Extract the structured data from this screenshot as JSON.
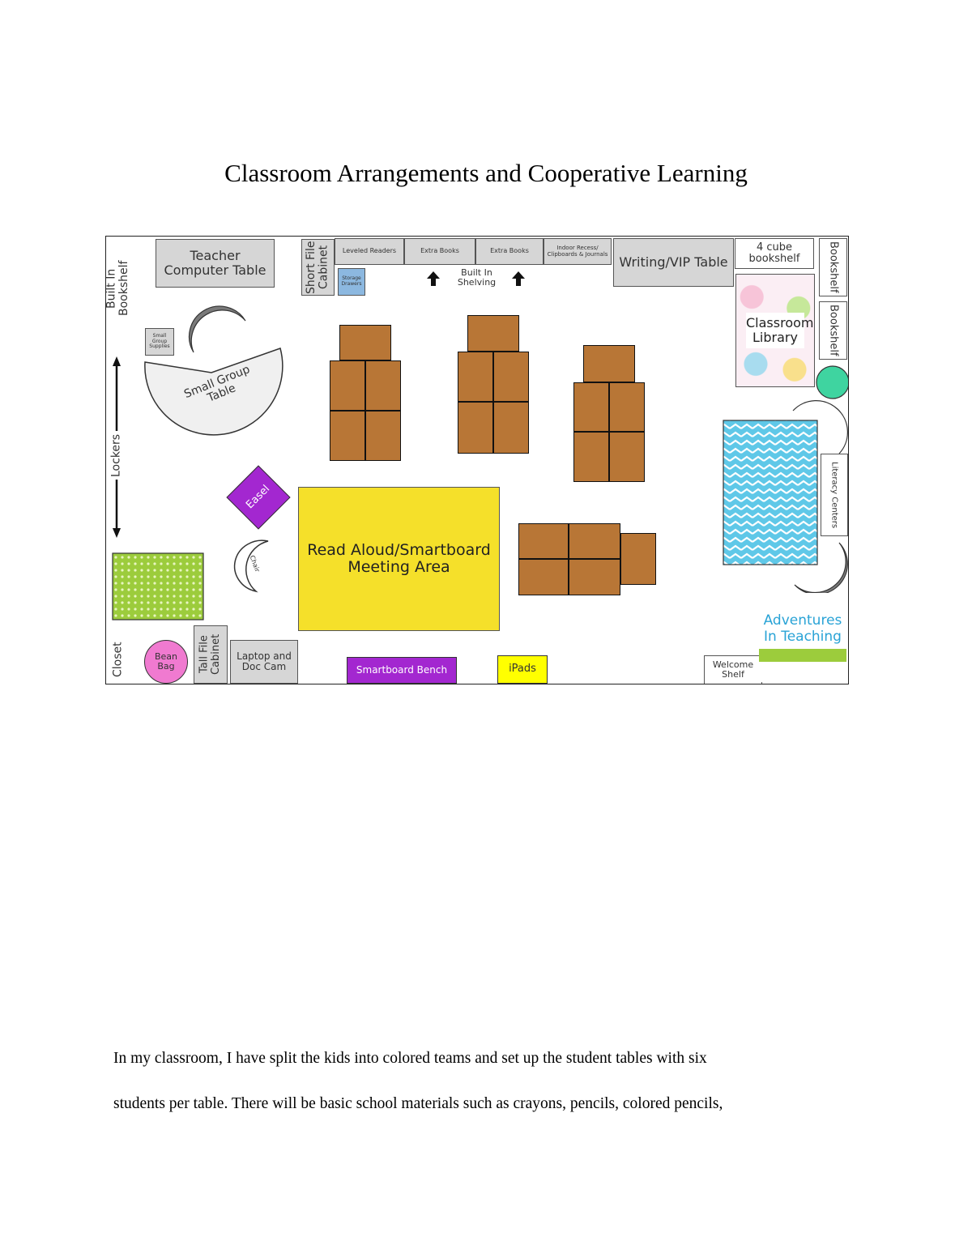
{
  "document": {
    "title": "Classroom Arrangements and Cooperative Learning",
    "paragraph_lines": [
      "In my classroom, I have split the kids into colored teams and set up the student tables with six",
      "students per table. There will be basic school materials such as crayons, pencils, colored pencils,"
    ]
  },
  "floor_plan": {
    "built_in_bookshelf": "Built In Bookshelf",
    "teacher_computer_table": "Teacher Computer Table",
    "short_file_cabinet": "Short File Cabinet",
    "storage": "Storage Drawers",
    "shelves": [
      "Leveled Readers",
      "Extra Books",
      "Extra Books",
      "Indoor Recess/ Clipboards & Journals"
    ],
    "built_in_shelving": "Built In Shelving",
    "writing_vip_table": "Writing/VIP Table",
    "cube_bookshelf": "4 cube bookshelf",
    "bookshelf_1": "Bookshelf",
    "bookshelf_2": "Bookshelf",
    "classroom_library": "Classroom Library",
    "small_group_supplies": "Small Group Supplies",
    "small_group_table": "Small Group Table",
    "lockers": "Lockers",
    "easel": "Easel",
    "chair": "Chair",
    "meeting_area": "Read Aloud/Smartboard Meeting Area",
    "literacy_centers": "Literacy Centers",
    "closet": "Closet",
    "bean_bag": "Bean Bag",
    "tall_file_cabinet": "Tall File Cabinet",
    "laptop_doc_cam": "Laptop and Doc Cam",
    "smartboard_bench": "Smartboard Bench",
    "ipads": "iPads",
    "welcome_shelf": "Welcome Shelf",
    "logo": "Adventures In Teaching",
    "colors": {
      "desk": "#b87636",
      "furniture": "#d6d6d6",
      "meeting_area": "#f5e02a",
      "purple": "#a327d0",
      "ipads": "#ffff00",
      "bean_bag": "#f07ad0",
      "round_stool": "#3fd4a0",
      "rug_blue": "#5fc8e8",
      "rug_green": "#9ccc3c"
    }
  }
}
